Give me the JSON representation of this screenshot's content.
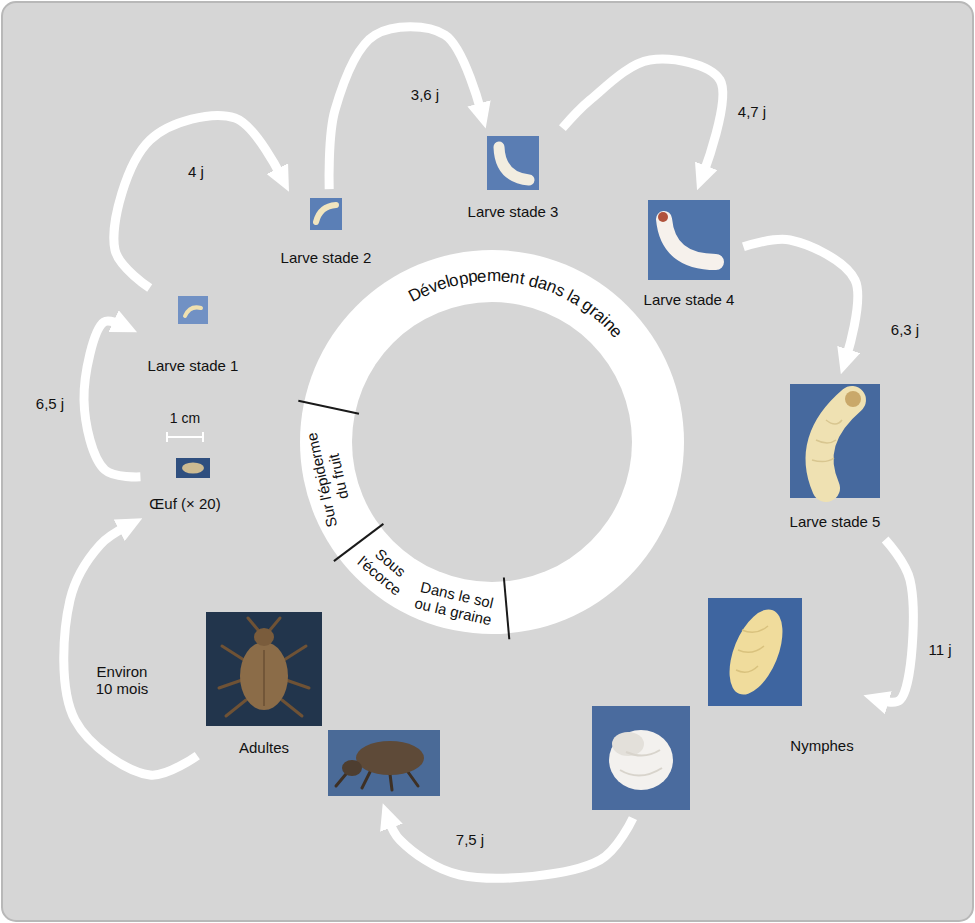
{
  "diagram": {
    "nodes": [
      {
        "text": [
          "Œuf (× 20)"
        ]
      },
      {
        "text": [
          "Larve stade 1"
        ]
      },
      {
        "text": [
          "Larve stade 2"
        ]
      },
      {
        "text": [
          "Larve stade 3"
        ]
      },
      {
        "text": [
          "Larve stade 4"
        ]
      },
      {
        "text": [
          "Larve stade 5"
        ]
      },
      {
        "text": [
          "Nymphes"
        ]
      },
      {
        "text": [
          "Adultes"
        ]
      }
    ],
    "edges": [
      {
        "from": 0,
        "to": 1,
        "label": "6,5 j",
        "arrow": "to"
      },
      {
        "from": 1,
        "to": 2,
        "label": "4 j",
        "arrow": "to"
      },
      {
        "from": 2,
        "to": 3,
        "label": "3,6 j",
        "arrow": "to"
      },
      {
        "from": 3,
        "to": 4,
        "label": "4,7 j",
        "arrow": "to"
      },
      {
        "from": 4,
        "to": 5,
        "label": "6,3 j",
        "arrow": "to"
      },
      {
        "from": 5,
        "to": 6,
        "label": "11 j",
        "arrow": "to"
      },
      {
        "from": 6,
        "to": 7,
        "label": "7,5 j",
        "arrow": "to"
      },
      {
        "from": 7,
        "to": 0,
        "label": "Environ 10 mois",
        "arrow": "to"
      }
    ],
    "labels": [
      "1 cm",
      "Développement dans la graine",
      "Sur l'épiderme du fruit",
      "Sous l'écorce",
      "Dans le sol ou la graine"
    ]
  }
}
